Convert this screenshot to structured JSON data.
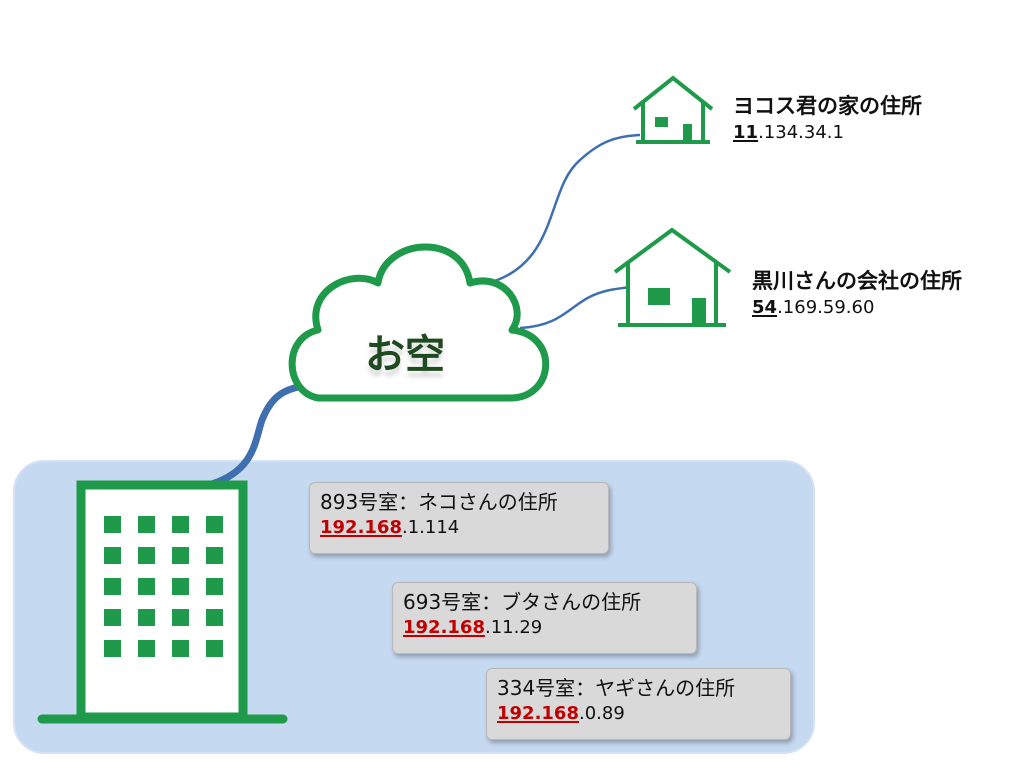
{
  "cloud": {
    "label": "お空"
  },
  "homes": [
    {
      "title": "ヨコス君の家の住所",
      "ip_prefix": "11",
      "ip_rest": ".134.34.1"
    },
    {
      "title": "黒川さんの会社の住所",
      "ip_prefix": "54",
      "ip_rest": ".169.59.60"
    }
  ],
  "rooms": [
    {
      "title": "893号室：ネコさんの住所",
      "ip_prefix": "192.168",
      "ip_rest": ".1.114"
    },
    {
      "title": "693号室：ブタさんの住所",
      "ip_prefix": "192.168",
      "ip_rest": ".11.29"
    },
    {
      "title": "334号室：ヤギさんの住所",
      "ip_prefix": "192.168",
      "ip_rest": ".0.89"
    }
  ],
  "colors": {
    "icon_green": "#1e9a4a",
    "cable_blue": "#3f6fae",
    "lan_panel": "#c5d9f1",
    "ip_red": "#c00000"
  }
}
